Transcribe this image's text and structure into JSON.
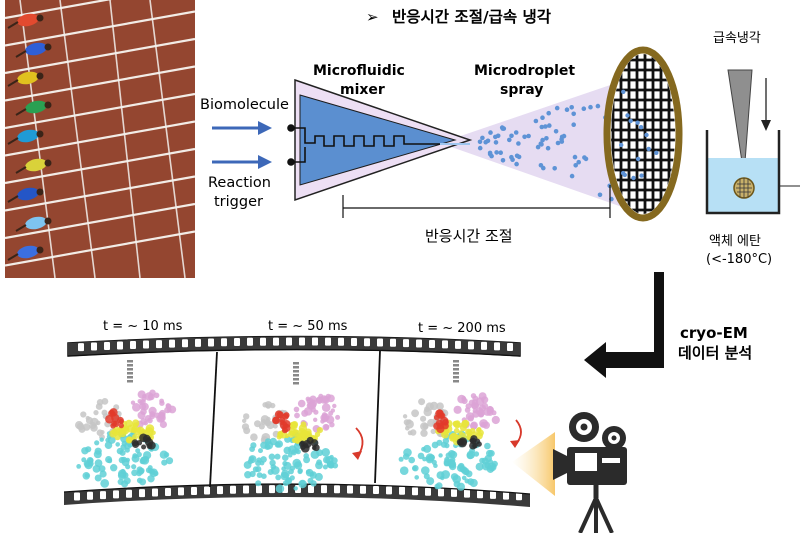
{
  "title": "반응시간 조절/급속 냉각",
  "title_bullet": "➢",
  "inputs": {
    "biomolecule": "Biomolecule",
    "reaction_trigger_1": "Reaction",
    "reaction_trigger_2": "trigger"
  },
  "mixer": {
    "line1": "Microfluidic",
    "line2": "mixer"
  },
  "spray": {
    "line1": "Microdroplet",
    "line2": "spray"
  },
  "reaction_time": "반응시간 조절",
  "freezing": {
    "label": "급속냉각",
    "ethane_1": "액체 에탄",
    "ethane_2": "(<-180°C)"
  },
  "analysis": {
    "line1": "cryo-EM",
    "line2": "데이터 분석"
  },
  "frames": [
    {
      "time": "t = ~ 10 ms"
    },
    {
      "time": "t = ~ 50 ms"
    },
    {
      "time": "t = ~ 200 ms"
    }
  ],
  "colors": {
    "track": "#9a4a33",
    "mixer": "#5b8fd0",
    "cone": "#e6dcf2",
    "droplet": "#5e93d6",
    "grid_rim": "#85691f",
    "arrow": "#3d68b8",
    "ethane": "#b7e0f5"
  }
}
